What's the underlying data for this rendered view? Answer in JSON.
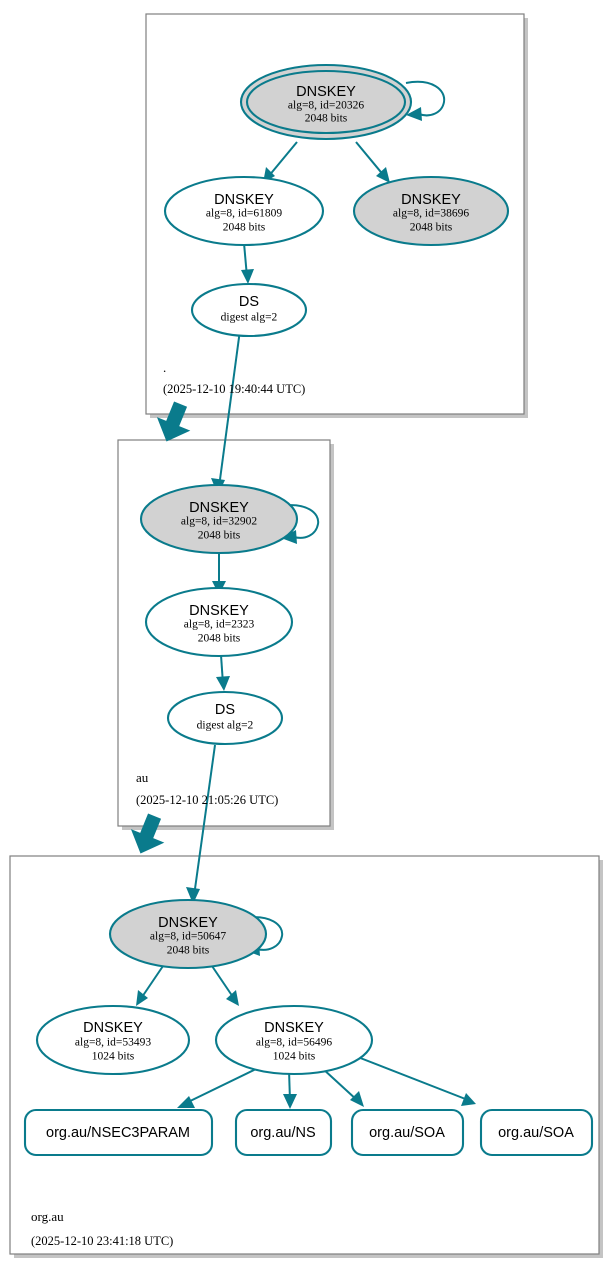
{
  "diagram": {
    "kind": "dnssec-chain-of-trust",
    "colors": {
      "accent": "#0a7b8c",
      "secure_key_fill": "#d2d2d2",
      "plain_fill": "#ffffff",
      "zone_border": "#7f7f7f",
      "shadow": "#b0b0b0"
    }
  },
  "zones": [
    {
      "id": "root",
      "name": ".",
      "timestamp": "(2025-12-10 19:40:44 UTC)",
      "nodes": [
        {
          "id": "root-ksk",
          "type": "DNSKEY",
          "title": "DNSKEY",
          "params": "alg=8, id=20326",
          "size": "2048 bits",
          "fill": "grey",
          "trust_anchor": true,
          "self_signed": true
        },
        {
          "id": "root-zsk-61809",
          "type": "DNSKEY",
          "title": "DNSKEY",
          "params": "alg=8, id=61809",
          "size": "2048 bits",
          "fill": "white",
          "trust_anchor": false,
          "self_signed": false
        },
        {
          "id": "root-zsk-38696",
          "type": "DNSKEY",
          "title": "DNSKEY",
          "params": "alg=8, id=38696",
          "size": "2048 bits",
          "fill": "grey",
          "trust_anchor": false,
          "self_signed": false
        },
        {
          "id": "root-ds-au",
          "type": "DS",
          "title": "DS",
          "params": "digest alg=2",
          "size": "",
          "fill": "white",
          "trust_anchor": false,
          "self_signed": false
        }
      ]
    },
    {
      "id": "au",
      "name": "au",
      "timestamp": "(2025-12-10 21:05:26 UTC)",
      "nodes": [
        {
          "id": "au-ksk",
          "type": "DNSKEY",
          "title": "DNSKEY",
          "params": "alg=8, id=32902",
          "size": "2048 bits",
          "fill": "grey",
          "trust_anchor": false,
          "self_signed": true
        },
        {
          "id": "au-zsk-2323",
          "type": "DNSKEY",
          "title": "DNSKEY",
          "params": "alg=8, id=2323",
          "size": "2048 bits",
          "fill": "white",
          "trust_anchor": false,
          "self_signed": false
        },
        {
          "id": "au-ds-orgau",
          "type": "DS",
          "title": "DS",
          "params": "digest alg=2",
          "size": "",
          "fill": "white",
          "trust_anchor": false,
          "self_signed": false
        }
      ]
    },
    {
      "id": "orgau",
      "name": "org.au",
      "timestamp": "(2025-12-10 23:41:18 UTC)",
      "nodes": [
        {
          "id": "orgau-ksk",
          "type": "DNSKEY",
          "title": "DNSKEY",
          "params": "alg=8, id=50647",
          "size": "2048 bits",
          "fill": "grey",
          "trust_anchor": false,
          "self_signed": true
        },
        {
          "id": "orgau-zsk-53493",
          "type": "DNSKEY",
          "title": "DNSKEY",
          "params": "alg=8, id=53493",
          "size": "1024 bits",
          "fill": "white",
          "trust_anchor": false,
          "self_signed": false
        },
        {
          "id": "orgau-zsk-56496",
          "type": "DNSKEY",
          "title": "DNSKEY",
          "params": "alg=8, id=56496",
          "size": "1024 bits",
          "fill": "white",
          "trust_anchor": false,
          "self_signed": false
        }
      ],
      "records": [
        {
          "id": "rr-nsec3param",
          "label": "org.au/NSEC3PARAM"
        },
        {
          "id": "rr-ns",
          "label": "org.au/NS"
        },
        {
          "id": "rr-soa-1",
          "label": "org.au/SOA"
        },
        {
          "id": "rr-soa-2",
          "label": "org.au/SOA"
        }
      ]
    }
  ],
  "edges": [
    {
      "from": "root-ksk",
      "to": "root-ksk",
      "kind": "self-sign"
    },
    {
      "from": "root-ksk",
      "to": "root-zsk-61809",
      "kind": "sign"
    },
    {
      "from": "root-ksk",
      "to": "root-zsk-38696",
      "kind": "sign"
    },
    {
      "from": "root-zsk-61809",
      "to": "root-ds-au",
      "kind": "sign"
    },
    {
      "from": "root-ds-au",
      "to": "au-ksk",
      "kind": "delegation"
    },
    {
      "from": "au-ksk",
      "to": "au-ksk",
      "kind": "self-sign"
    },
    {
      "from": "au-ksk",
      "to": "au-zsk-2323",
      "kind": "sign"
    },
    {
      "from": "au-zsk-2323",
      "to": "au-ds-orgau",
      "kind": "sign"
    },
    {
      "from": "au-ds-orgau",
      "to": "orgau-ksk",
      "kind": "delegation"
    },
    {
      "from": "orgau-ksk",
      "to": "orgau-ksk",
      "kind": "self-sign"
    },
    {
      "from": "orgau-ksk",
      "to": "orgau-zsk-53493",
      "kind": "sign"
    },
    {
      "from": "orgau-ksk",
      "to": "orgau-zsk-56496",
      "kind": "sign"
    },
    {
      "from": "orgau-zsk-56496",
      "to": "rr-nsec3param",
      "kind": "sign"
    },
    {
      "from": "orgau-zsk-56496",
      "to": "rr-ns",
      "kind": "sign"
    },
    {
      "from": "orgau-zsk-56496",
      "to": "rr-soa-1",
      "kind": "sign"
    },
    {
      "from": "orgau-zsk-56496",
      "to": "rr-soa-2",
      "kind": "sign"
    },
    {
      "from": "root",
      "to": "au",
      "kind": "zone-delegation"
    },
    {
      "from": "au",
      "to": "orgau",
      "kind": "zone-delegation"
    }
  ]
}
